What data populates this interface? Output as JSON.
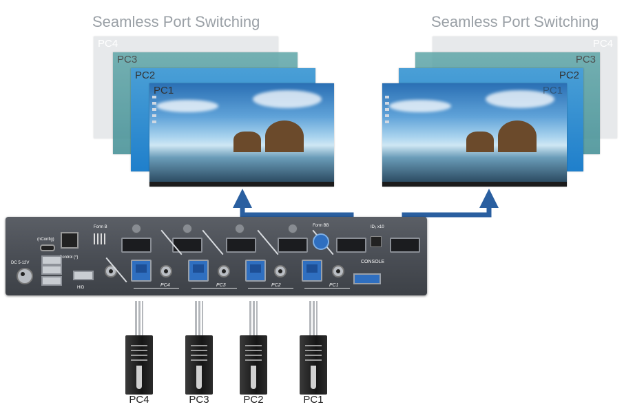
{
  "titles": {
    "left": "Seamless Port Switching",
    "right": "Seamless Port Switching"
  },
  "screens_left": [
    "PC4",
    "PC3",
    "PC2",
    "PC1"
  ],
  "screens_right": [
    "PC4",
    "PC3",
    "PC2",
    "PC1"
  ],
  "kvm": {
    "dc_label": "DC 5-12V",
    "config_label": "(nConfig)",
    "control_label": "Control (*)",
    "hid_label": "HID",
    "form_b_label": "Form B",
    "form_bb_label": "Form BB",
    "id_label": "ID₂ x10",
    "console_label": "CONSOLE",
    "port_labels": [
      "PC4",
      "PC3",
      "PC2",
      "PC1"
    ]
  },
  "computers": [
    "PC4",
    "PC3",
    "PC2",
    "PC1"
  ],
  "colors": {
    "arrow": "#2a5fa0",
    "title": "#9aa0a6"
  }
}
